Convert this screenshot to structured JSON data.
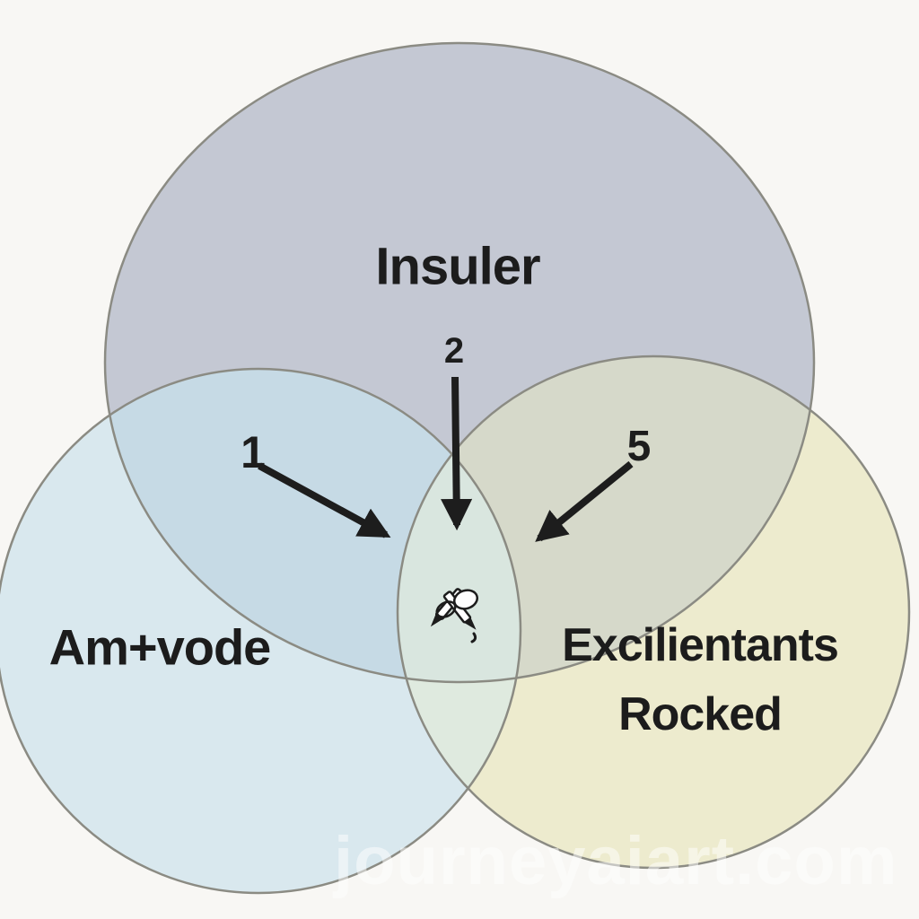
{
  "venn": {
    "outline_color": "#8b8b83",
    "arrow_color": "#1d1d1d",
    "text_color": "#1c1c1c",
    "background_color": "#f8f7f4",
    "circles": [
      {
        "id": "top",
        "label": "Insuler",
        "fill": "#c4c8d3"
      },
      {
        "id": "left",
        "label": "Am+vode",
        "fill": "#d9e8ee"
      },
      {
        "id": "right",
        "label": "Excilientants Rocked",
        "label_lines": [
          "Excilientants",
          "Rocked"
        ],
        "fill": "#edebce"
      }
    ],
    "overlap_colors": {
      "top_left": "#c6dae5",
      "top_right": "#d6d9ca",
      "left_right": "#dfeadf",
      "triple": "#d9e6df"
    },
    "arrows": [
      {
        "label": "1"
      },
      {
        "label": "2"
      },
      {
        "label": "5"
      }
    ],
    "center_icon": "crossed-pens"
  },
  "watermark": {
    "text": "journeyaiart.com"
  }
}
